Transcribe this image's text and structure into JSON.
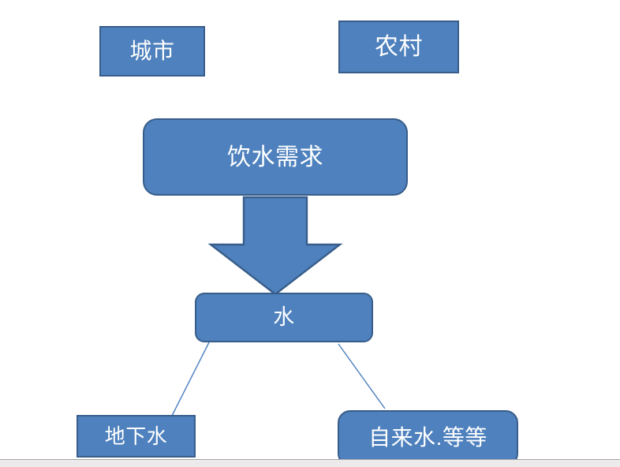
{
  "diagram": {
    "title": "",
    "colors": {
      "node_fill": "#4e81bd",
      "node_border": "#385d8a",
      "node_text": "#ffffff",
      "arrow_fill": "#4e81bd",
      "arrow_border": "#385d8a",
      "connector_line": "#4a7ebb",
      "background": "#ffffff",
      "bottom_strip": "#eceaea"
    },
    "nodes": [
      {
        "id": "city",
        "label": "城市",
        "shape": "rect"
      },
      {
        "id": "rural",
        "label": "农村",
        "shape": "rect"
      },
      {
        "id": "demand",
        "label": "饮水需求",
        "shape": "rounded-rect"
      },
      {
        "id": "water",
        "label": "水",
        "shape": "rounded-rect"
      },
      {
        "id": "groundwater",
        "label": "地下水",
        "shape": "rect"
      },
      {
        "id": "tapwater",
        "label": "自来水.等等",
        "shape": "rounded-rect"
      }
    ],
    "connectors": [
      {
        "id": "demand-to-water",
        "from": "demand",
        "to": "water",
        "style": "block-arrow",
        "direction": "down"
      },
      {
        "id": "water-to-groundwater",
        "from": "water",
        "to": "groundwater",
        "style": "thin-line"
      },
      {
        "id": "water-to-tapwater",
        "from": "water",
        "to": "tapwater",
        "style": "thin-line"
      }
    ]
  }
}
